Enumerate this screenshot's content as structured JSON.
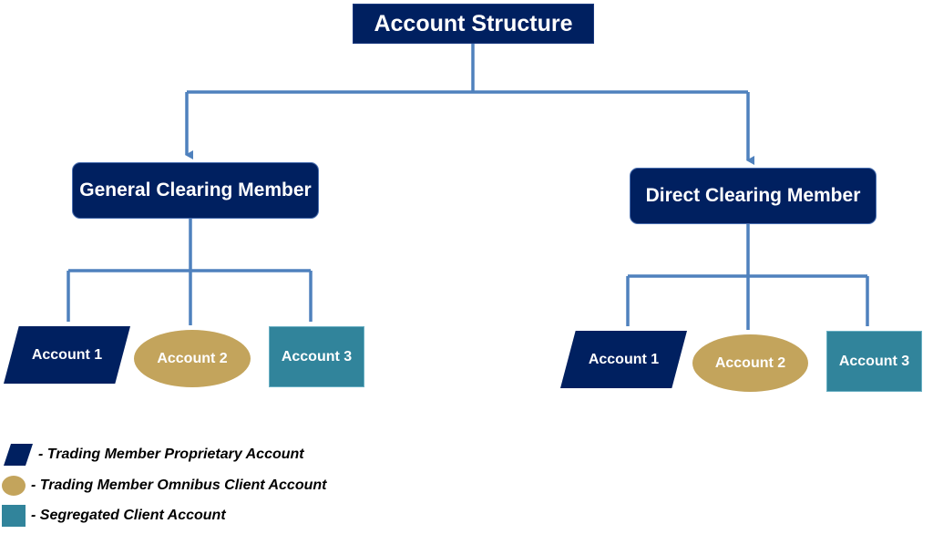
{
  "title": "Account Structure",
  "colors": {
    "connector": "#4f81bd",
    "box_navy": "#002060",
    "omnibus_gold": "#c3a45c",
    "segregated_teal": "#31849b"
  },
  "members": [
    {
      "label": "General Clearing Member",
      "accounts": [
        {
          "label": "Account 1",
          "type": "proprietary"
        },
        {
          "label": "Account 2",
          "type": "omnibus"
        },
        {
          "label": "Account 3",
          "type": "segregated"
        }
      ]
    },
    {
      "label": "Direct Clearing Member",
      "accounts": [
        {
          "label": "Account 1",
          "type": "proprietary"
        },
        {
          "label": "Account 2",
          "type": "omnibus"
        },
        {
          "label": "Account 3",
          "type": "segregated"
        }
      ]
    }
  ],
  "legend": [
    {
      "shape": "parallelogram",
      "text": "- Trading Member Proprietary Account"
    },
    {
      "shape": "ellipse",
      "text": "- Trading Member Omnibus Client Account"
    },
    {
      "shape": "square",
      "text": "-  Segregated Client Account"
    }
  ]
}
